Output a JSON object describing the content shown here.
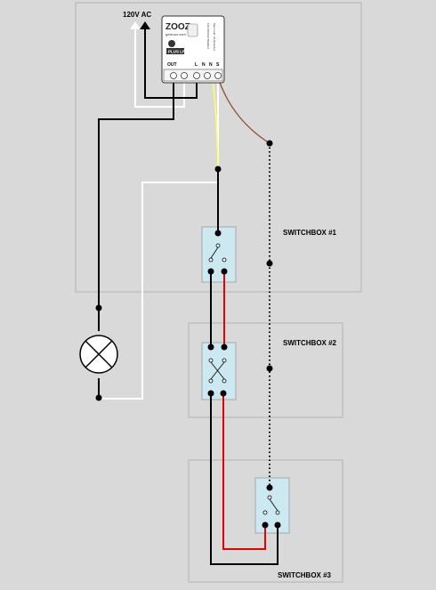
{
  "supply_label": "120V AC",
  "module": {
    "brand": "ZOOZ",
    "website": "getzooz.com",
    "badge_text": "PLUS LR",
    "specs": [
      "100-240VAC 50/60Hz",
      "Max Load: 6A Resistive"
    ],
    "terminals": [
      "OUT",
      "L",
      "N",
      "N",
      "S"
    ]
  },
  "switchboxes": [
    {
      "label": "SWITCHBOX #1"
    },
    {
      "label": "SWITCHBOX #2"
    },
    {
      "label": "SWITCHBOX #3"
    }
  ],
  "colors": {
    "background": "#d9d9d9",
    "box_border": "#b3b3b3",
    "hot_wire": "#000000",
    "neutral_wire": "#ffffff",
    "traveler_wire": "#e60000",
    "signal_wire": "#ffff66",
    "signal_brown": "#8b4a2b",
    "switch_fill": "#cce8f0"
  }
}
